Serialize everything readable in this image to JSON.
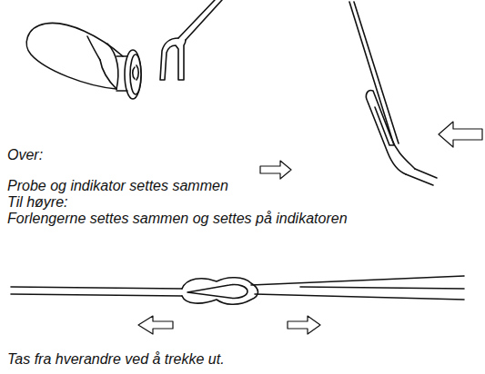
{
  "diagram": {
    "labels": [
      "Over:",
      "Probe og indikator settes sammen",
      "Til høyre:",
      "Forlengerne settes sammen og settes på indikatoren",
      "Tas fra hverandre ved å trekke ut."
    ]
  }
}
